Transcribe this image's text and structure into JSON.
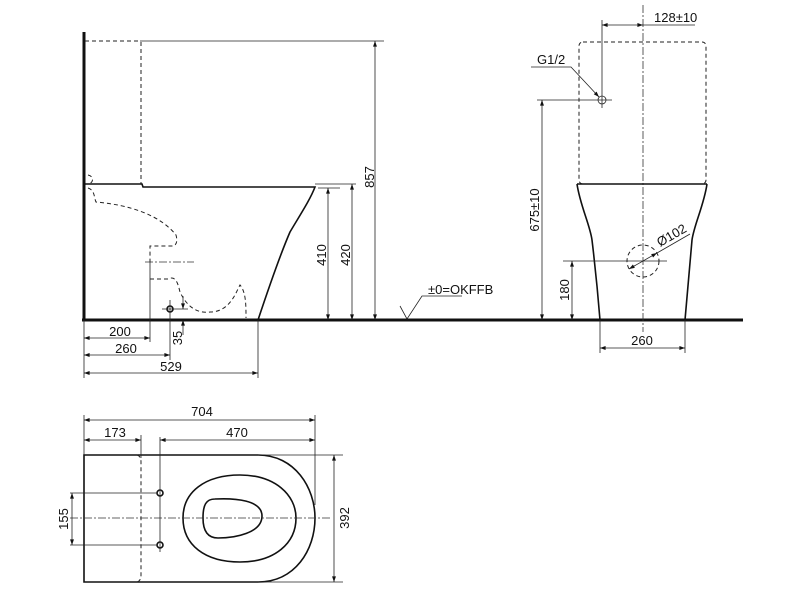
{
  "side_view": {
    "dims": {
      "d857": "857",
      "d420": "420",
      "d410": "410",
      "d200": "200",
      "d260": "260",
      "d529": "529",
      "d35": "35"
    },
    "floor_label": "±0=OKFFB"
  },
  "front_view": {
    "dims": {
      "d128": "128±10",
      "g12": "G1/2",
      "d675": "675±10",
      "d102": "Ø102",
      "d180": "180",
      "d260": "260"
    }
  },
  "plan_view": {
    "dims": {
      "d704": "704",
      "d173": "173",
      "d470": "470",
      "d392": "392",
      "d155": "155"
    }
  }
}
